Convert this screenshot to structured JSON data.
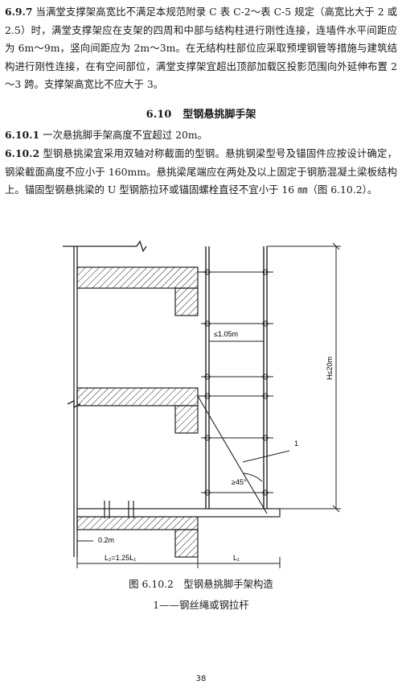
{
  "clauses": {
    "c697": {
      "number": "6.9.7",
      "text": "当满堂支撑架高宽比不满足本规范附录 C 表 C-2～表 C-5 规定（高宽比大于 2 或 2.5）时，满堂支撑架应在支架的四周和中部与结构柱进行刚性连接，连墙件水平间距应为 6m～9m，竖向间距应为 2m～3m。在无结构柱部位应采取预埋钢管等措施与建筑结构进行刚性连接，在有空间部位，满堂支撑架宜超出顶部加载区投影范围向外延伸布置 2～3 跨。支撑架高宽比不应大于 3。"
    },
    "c6101": {
      "number": "6.10.1",
      "text": "一次悬挑脚手架高度不宜超过 20m。"
    },
    "c6102": {
      "number": "6.10.2",
      "text": "型钢悬挑梁宜采用双轴对称截面的型钢。悬挑钢梁型号及锚固件应按设计确定，钢梁截面高度不应小于 160mm。悬挑梁尾端应在两处及以上固定于钢筋混凝土梁板结构上。锚固型钢悬挑梁的 U 型钢筋拉环或锚固螺栓直径不宜小于 16 ㎜（图 6.10.2）。"
    }
  },
  "section": {
    "number": "6.10",
    "title": "型钢悬挑脚手架"
  },
  "figure": {
    "dim_spacing": "≤1.05m",
    "dim_height": "H≤20m",
    "angle": "≥45°",
    "callout": "1",
    "dim_offset": "0.2m",
    "dim_l2": "L₂=1.25L₁",
    "dim_l1": "L₁",
    "caption": "图 6.10.2　型钢悬挑脚手架构造",
    "legend": "1——钢丝绳或钢拉杆"
  },
  "page_number": "38"
}
